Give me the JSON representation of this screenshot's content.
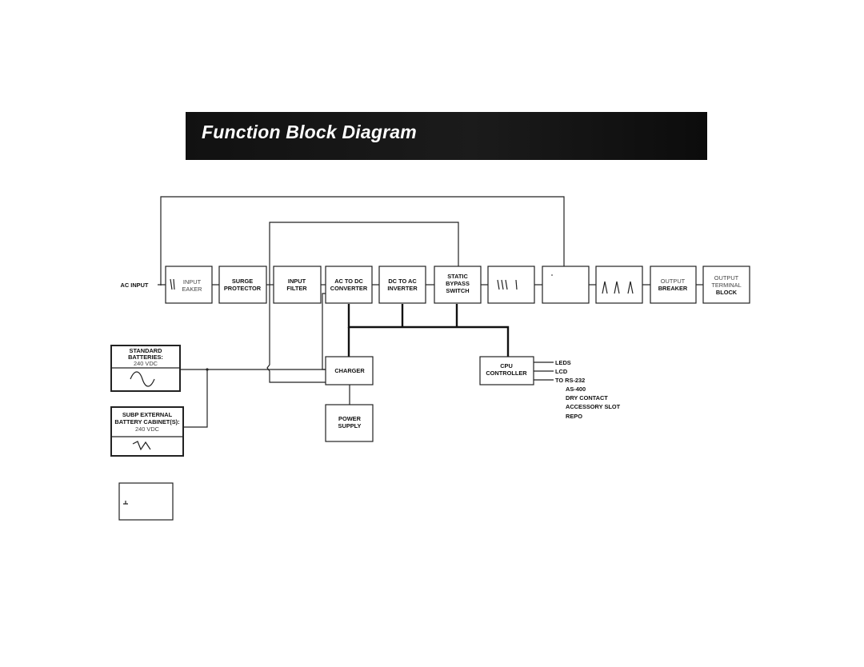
{
  "title": "Function Block Diagram",
  "blocks": {
    "ac_input": "AC INPUT",
    "input_breaker": [
      "INPUT",
      "EAKER"
    ],
    "surge_protector": [
      "SURGE",
      "PROTECTOR"
    ],
    "input_filter": [
      "INPUT",
      "FILTER"
    ],
    "ac_to_dc": [
      "AC TO DC",
      "CONVERTER"
    ],
    "dc_to_ac": [
      "DC TO AC",
      "INVERTER"
    ],
    "static_bypass": [
      "STATIC",
      "BYPASS",
      "SWITCH"
    ],
    "output_breaker": [
      "OUTPUT",
      "BREAKER"
    ],
    "output_terminal": [
      "OUTPUT",
      "TERMINAL",
      "BLOCK"
    ],
    "standard_batteries": [
      "STANDARD",
      "BATTERIES:",
      "240 VDC"
    ],
    "subp_external": [
      "SUBP EXTERNAL",
      "BATTERY CABINET(S):",
      "240 VDC"
    ],
    "charger": "CHARGER",
    "power_supply": [
      "POWER",
      "SUPPLY"
    ],
    "cpu_controller": [
      "CPU",
      "CONTROLLER"
    ]
  },
  "cpu_outputs": [
    "LEDS",
    "LCD",
    "TO RS-232"
  ],
  "cpu_output_extras": [
    "AS-400",
    "DRY CONTACT",
    "ACCESSORY SLOT",
    "REPO"
  ],
  "colors": {
    "banner": "#111111",
    "line": "#222222",
    "background": "#ffffff"
  }
}
